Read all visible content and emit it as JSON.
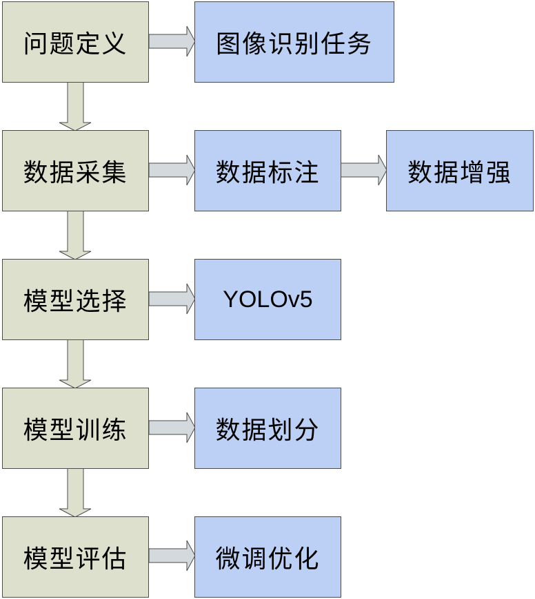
{
  "diagram": {
    "type": "flowchart",
    "colors": {
      "step_fill": "#dde0cd",
      "output_fill": "#bccff4",
      "arrow_right_fill": "#d3d9dc",
      "arrow_down_fill": "#dde0cd",
      "border": "#4a4a4a"
    },
    "steps": [
      {
        "label": "问题定义",
        "outputs": [
          "图像识别任务"
        ]
      },
      {
        "label": "数据采集",
        "outputs": [
          "数据标注",
          "数据增强"
        ]
      },
      {
        "label": "模型选择",
        "outputs": [
          "YOLOv5"
        ]
      },
      {
        "label": "模型训练",
        "outputs": [
          "数据划分"
        ]
      },
      {
        "label": "模型评估",
        "outputs": [
          "微调优化"
        ]
      }
    ]
  }
}
